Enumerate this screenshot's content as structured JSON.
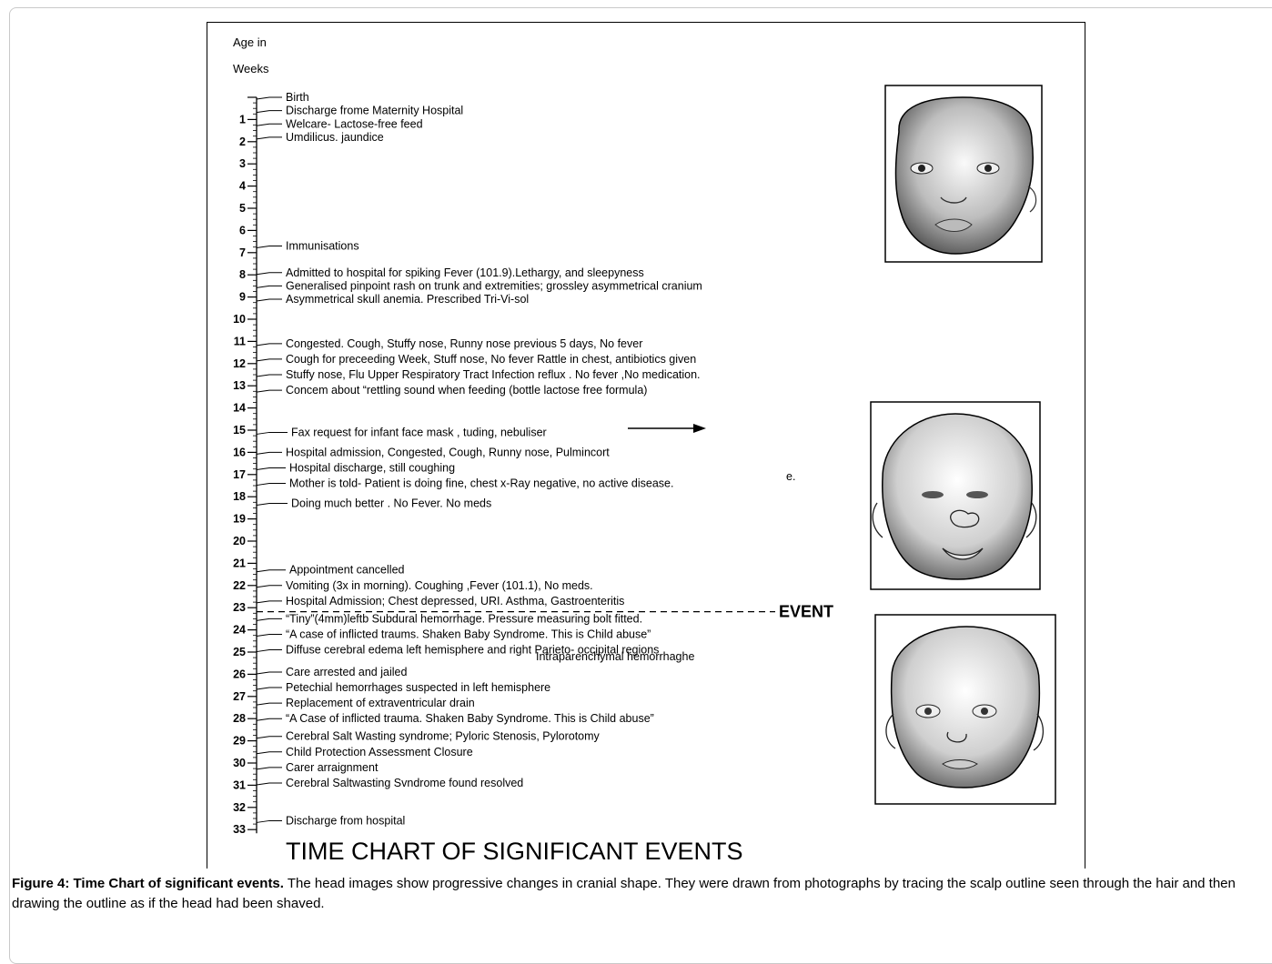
{
  "axis": {
    "label_line1": "Age in",
    "label_line2": "Weeks",
    "week_labels": [
      "1",
      "2",
      "3",
      "4",
      "5",
      "6",
      "7",
      "8",
      "9",
      "10",
      "11",
      "12",
      "13",
      "14",
      "15",
      "16",
      "17",
      "18",
      "19",
      "20",
      "21",
      "22",
      "23",
      "24",
      "25",
      "26",
      "27",
      "28",
      "29",
      "30",
      "31",
      "32",
      "33"
    ]
  },
  "events": [
    {
      "week": 0.0,
      "text": "Birth"
    },
    {
      "week": 0.6,
      "text": "Discharge frome Maternity Hospital"
    },
    {
      "week": 1.2,
      "text": "Welcare- Lactose-free feed"
    },
    {
      "week": 1.8,
      "text": "Umdilicus. jaundice"
    },
    {
      "week": 6.7,
      "text": "Immunisations"
    },
    {
      "week": 7.9,
      "text": "Admitted to hospital for spiking Fever (101.9).Lethargy, and sleepyness"
    },
    {
      "week": 8.5,
      "text": "Generalised pinpoint rash on trunk and extremities; grossley asymmetrical cranium"
    },
    {
      "week": 9.1,
      "text": "Asymmetrical skull anemia. Prescribed Tri-Vi-sol"
    },
    {
      "week": 11.1,
      "text": "Congested. Cough, Stuffy nose, Runny nose previous 5 days, No fever"
    },
    {
      "week": 11.8,
      "text": "Cough for preceeding  Week, Stuff nose, No fever Rattle in chest, antibiotics given"
    },
    {
      "week": 12.5,
      "text": "Stuffy nose, Flu Upper  Respiratory  Tract Infection reflux . No fever ,No medication."
    },
    {
      "week": 13.2,
      "text": "Concem about “rettling sound when feeding (bottle lactose free formula)"
    },
    {
      "week": 15.1,
      "text": "Fax request for infant  face mask , tuding, nebuliser"
    },
    {
      "week": 16.0,
      "text": "Hospital  admission,  Congested, Cough, Runny nose, Pulmincort"
    },
    {
      "week": 16.7,
      "text": "Hospital discharge, still coughing"
    },
    {
      "week": 17.4,
      "text": "Mother is told-  Patient  is doing fine, chest x-Ray negative, no active disease."
    },
    {
      "week": 18.3,
      "text": "Doing much better . No Fever. No meds"
    },
    {
      "week": 21.3,
      "text": "Appointment cancelled"
    },
    {
      "week": 22.0,
      "text": "Vomiting (3x in morning). Coughing ,Fever (101.1), No meds."
    },
    {
      "week": 22.7,
      "text": "Hospital Admission; Chest depressed,  URI. Asthma,  Gastroenteritis"
    },
    {
      "week": 23.5,
      "text": "“Tiny”(4mm)leftb Subdural hemorrhage.  Pressure  measuring  bolt fitted."
    },
    {
      "week": 24.2,
      "text": "“A case of inflicted traums.  Shaken Baby Syndrome. This is Child abuse”"
    },
    {
      "week": 24.9,
      "text": "Diffuse cerebral edema left hemisphere and right Parieto- occipital regions"
    },
    {
      "week": 25.9,
      "text": "Care arrested  and jailed"
    },
    {
      "week": 26.6,
      "text": "Petechial  hemorrhages suspected in left hemisphere"
    },
    {
      "week": 27.3,
      "text": "Replacement  of extraventricular drain"
    },
    {
      "week": 28.0,
      "text": "“A Case of inflicted trauma. Shaken Baby Syndrome. This is Child abuse”"
    },
    {
      "week": 28.8,
      "text": "Cerebral Salt Wasting syndrome; Pyloric Stenosis, Pylorotomy"
    },
    {
      "week": 29.5,
      "text": "Child Protection Assessment Closure"
    },
    {
      "week": 30.2,
      "text": "Carer arraignment"
    },
    {
      "week": 30.9,
      "text": "Cerebral Saltwasting Svndrome found resolved"
    },
    {
      "week": 32.6,
      "text": "Discharge from hospital"
    }
  ],
  "extra_text": {
    "intraparenchymal": "Intraparenchymal  hemorrhaghe",
    "stray_e": "e."
  },
  "event_marker": {
    "label": "EVENT",
    "week": 23.1
  },
  "chart_title": "TIME CHART OF SIGNIFICANT EVENTS",
  "caption": {
    "bold": "Figure 4: Time Chart of significant events.",
    "text": " The head images show progressive changes in cranial shape. They were drawn from photographs by tracing the scalp outline seen through the hair and then drawing the outline as if the head had been shaved."
  }
}
